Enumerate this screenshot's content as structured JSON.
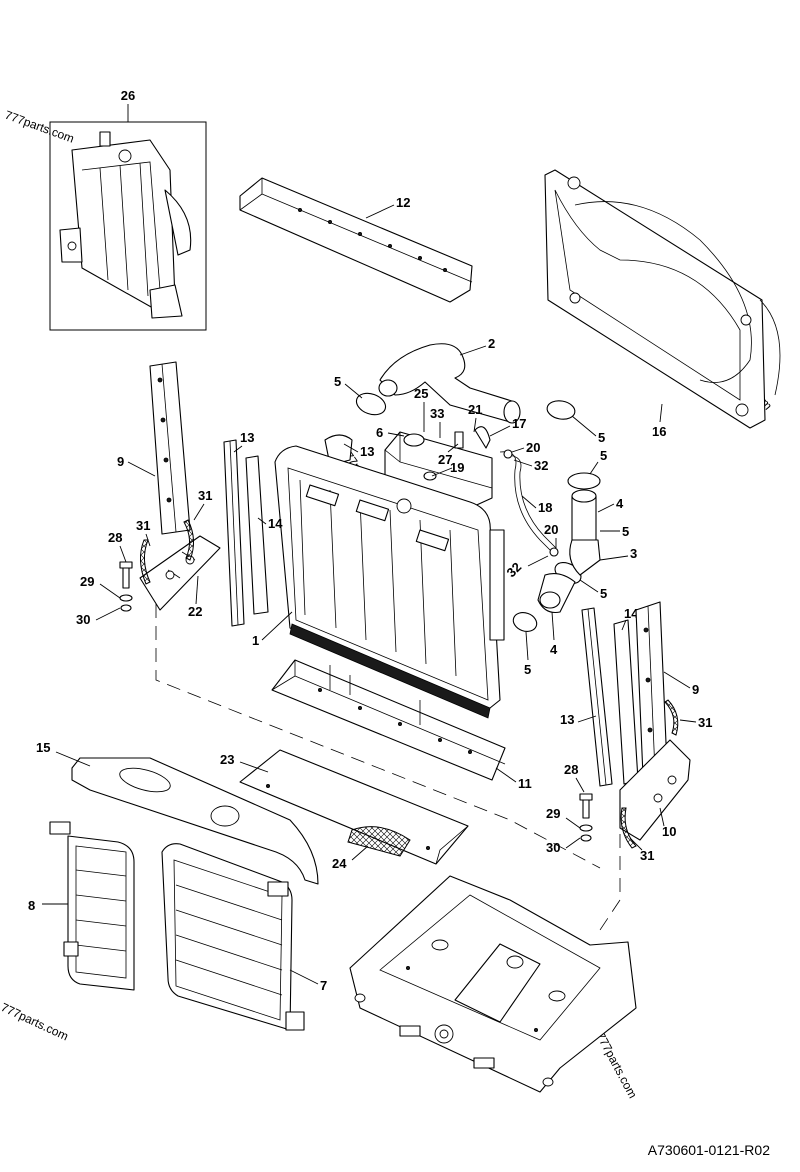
{
  "drawing": {
    "document_code": "A730601-0121-R02",
    "watermark": "777parts.com",
    "callouts": {
      "c1": "1",
      "c2": "2",
      "c3": "3",
      "c4a": "4",
      "c4b": "4",
      "c5a": "5",
      "c5b": "5",
      "c5c": "5",
      "c5d": "5",
      "c5e": "5",
      "c6": "6",
      "c7": "7",
      "c8": "8",
      "c9a": "9",
      "c9b": "9",
      "c10": "10",
      "c11": "11",
      "c12": "12",
      "c13a": "13",
      "c13b": "13",
      "c13c": "13",
      "c14a": "14",
      "c14b": "14",
      "c15": "15",
      "c16": "16",
      "c17": "17",
      "c18": "18",
      "c19": "19",
      "c20a": "20",
      "c20b": "20",
      "c21": "21",
      "c22": "22",
      "c23": "23",
      "c24": "24",
      "c25": "25",
      "c26": "26",
      "c27": "27",
      "c28a": "28",
      "c28b": "28",
      "c29a": "29",
      "c29b": "29",
      "c30a": "30",
      "c30b": "30",
      "c31a": "31",
      "c31b": "31",
      "c31c": "31",
      "c31d": "31",
      "c32a": "32",
      "c32b": "32",
      "c33": "33"
    }
  }
}
